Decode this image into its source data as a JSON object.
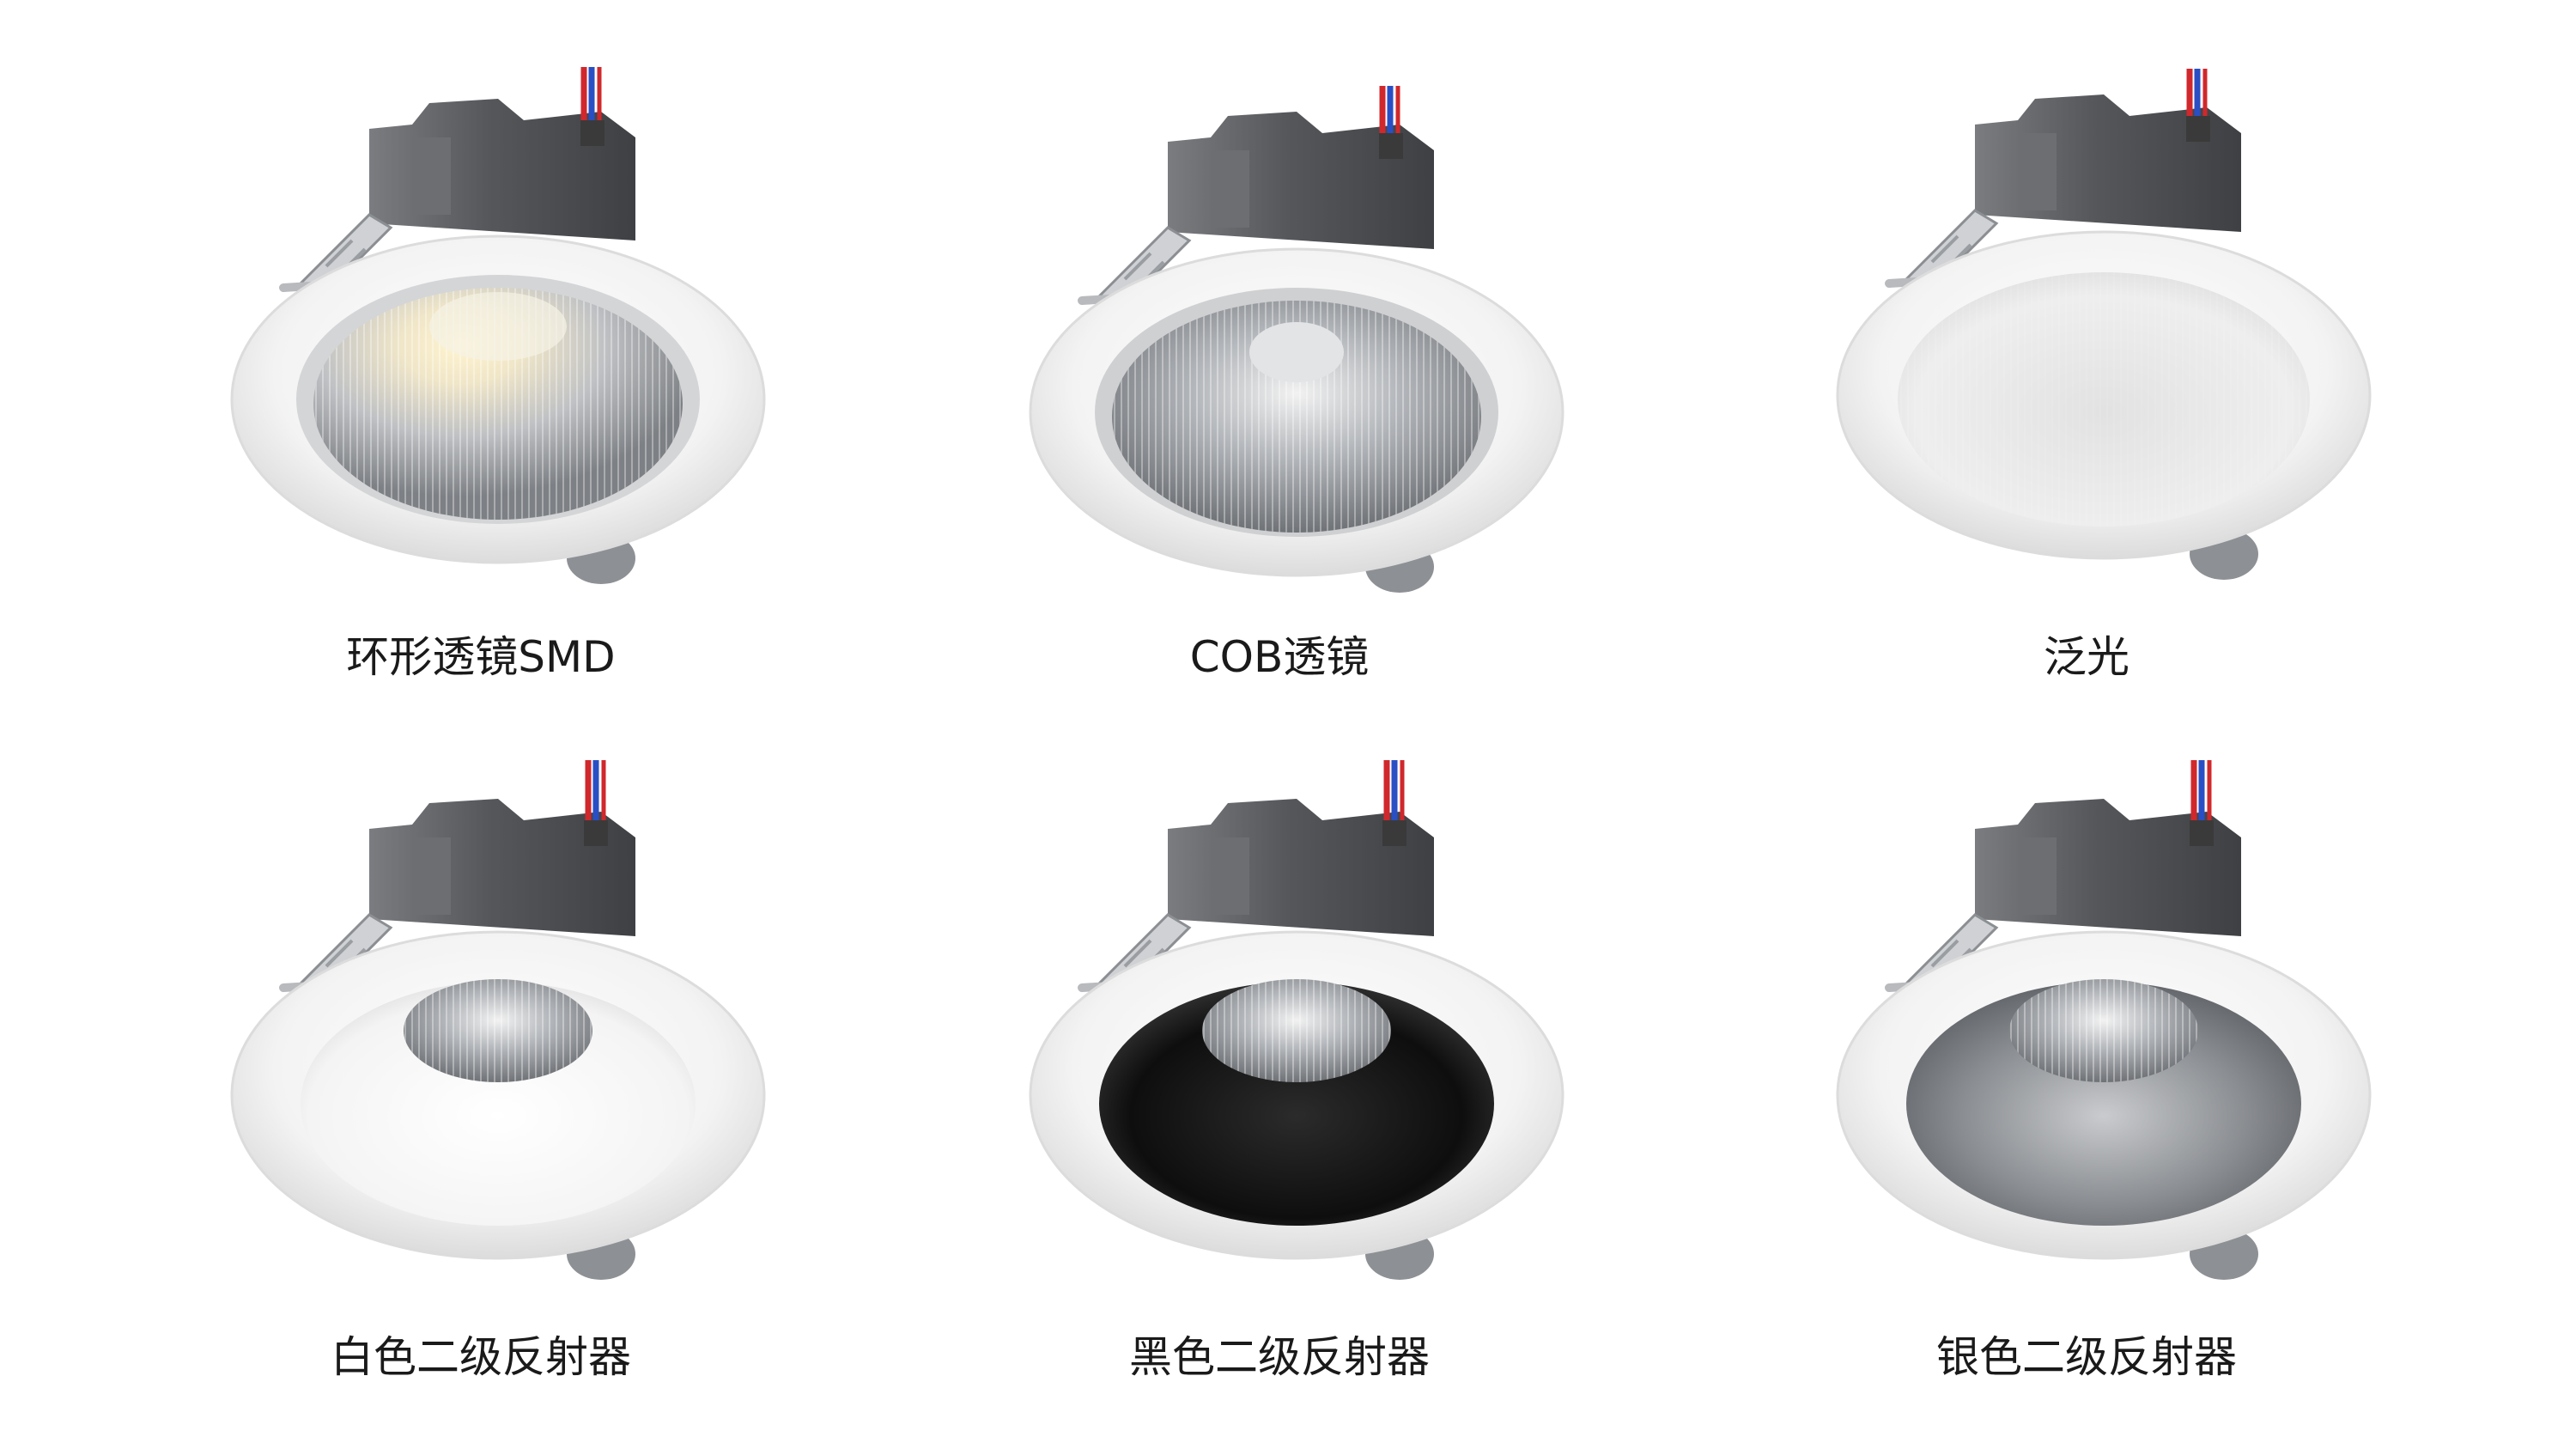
{
  "products": [
    {
      "caption": "环形透镜SMD",
      "optic": "ring-lens-smd",
      "icon": "downlight-ring-lens-icon"
    },
    {
      "caption": "COB透镜",
      "optic": "cob-lens",
      "icon": "downlight-cob-lens-icon"
    },
    {
      "caption": "泛光",
      "optic": "diffuser",
      "icon": "downlight-diffuser-icon"
    },
    {
      "caption": "白色二级反射器",
      "optic": "white-reflector",
      "icon": "downlight-white-reflector-icon"
    },
    {
      "caption": "黑色二级反射器",
      "optic": "black-reflector",
      "icon": "downlight-black-reflector-icon"
    },
    {
      "caption": "银色二级反射器",
      "optic": "silver-reflector",
      "icon": "downlight-silver-reflector-icon"
    }
  ],
  "colors": {
    "background": "#ffffff",
    "trim": "#f2f2f2",
    "housing": "#5d5f63",
    "wire_red": "#d0282c",
    "wire_blue": "#2a4fc4",
    "reflector_white": "#f7f7f7",
    "reflector_black": "#121212",
    "reflector_silver": "#8e9196"
  }
}
